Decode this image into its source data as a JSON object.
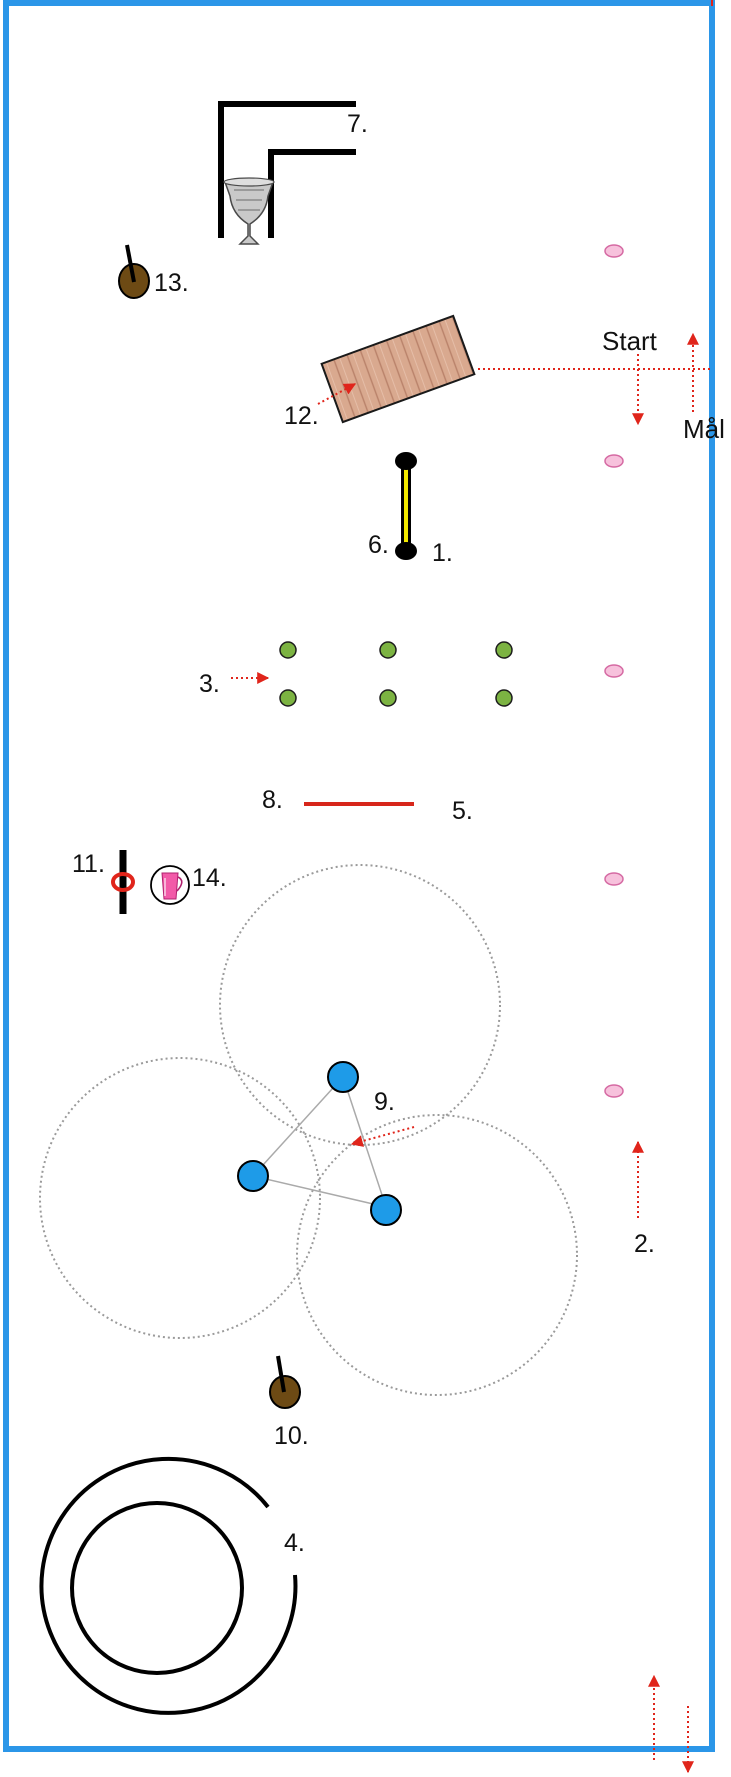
{
  "labels": {
    "start": "Start",
    "goal": "Mål",
    "n1": "1.",
    "n2": "2.",
    "n3": "3.",
    "n4": "4.",
    "n5": "5.",
    "n6": "6.",
    "n7": "7.",
    "n8": "8.",
    "n9": "9.",
    "n10": "10.",
    "n11": "11.",
    "n12": "12.",
    "n13": "13.",
    "n14": "14."
  },
  "colors": {
    "border": "#2b96e8",
    "arrow": "#e0251b",
    "cone_pink": "#f7c1dc",
    "ball_green": "#7cb342",
    "ball_blue": "#1e9be8",
    "bar_yellow": "#f2e900",
    "bar_red": "#d7261b",
    "barrel": "#6d4a14",
    "plank": "#d9a98f",
    "dotted": "#9a9a9a"
  },
  "icons": {
    "urn": "urn-icon",
    "pitcher": "pitcher-icon",
    "barrel": "barrel-icon",
    "ring": "ring-icon"
  }
}
